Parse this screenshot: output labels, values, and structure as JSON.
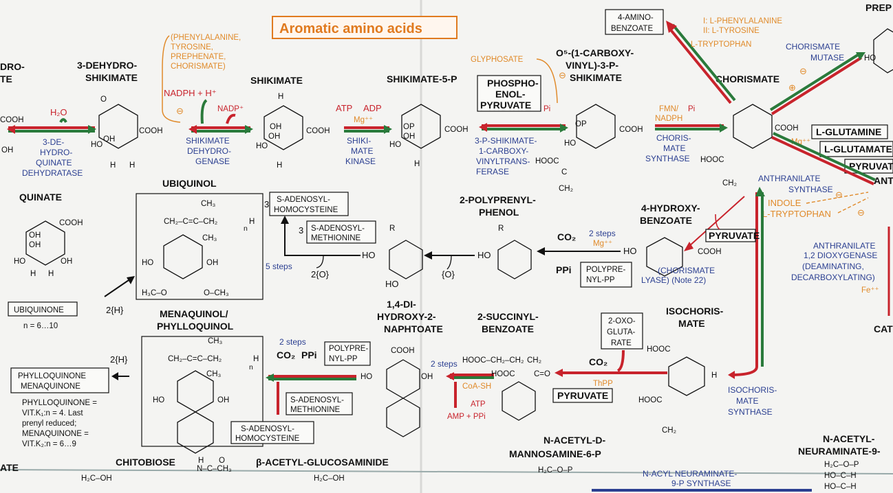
{
  "title": "Aromatic amino acids",
  "compounds": {
    "dehydroquinate_partial": "DRO-",
    "dehydroquinate_partial2": "TE",
    "dehydroshikimate_l1": "3-DEHYDRO-",
    "dehydroshikimate_l2": "SHIKIMATE",
    "shikimate": "SHIKIMATE",
    "shikimate5p": "SHIKIMATE-5-P",
    "pep_l1": "PHOSPHO-",
    "pep_l2": "ENOL-",
    "pep_l3": "PYRUVATE",
    "epsp_l1": "O⁵-(1-CARBOXY-",
    "epsp_l2": "VINYL)-3-P-",
    "epsp_l3": "SHIKIMATE",
    "chorismate": "CHORISMATE",
    "aminobenzoate_l1": "4-AMINO-",
    "aminobenzoate_l2": "BENZOATE",
    "prep_partial": "PREP",
    "quinate": "QUINATE",
    "ubiquinol": "UBIQUINOL",
    "ubiquinone": "UBIQUINONE",
    "ubi_n": "n = 6…10",
    "sah1_l1": "S-ADENOSYL-",
    "sah1_l2": "HOMOCYSTEINE",
    "sam1_l1": "S-ADENOSYL-",
    "sam1_l2": "METHIONINE",
    "polyprenylphenol_l1": "2-POLYPRENYL-",
    "polyprenylphenol_l2": "PHENOL",
    "hydroxybenzoate_l1": "4-HYDROXY-",
    "hydroxybenzoate_l2": "BENZOATE",
    "pyruvate1": "PYRUVATE",
    "polyprenylpp1_l1": "POLYPRE-",
    "polyprenylpp1_l2": "NYL-PP",
    "menaquinol_l1": "MENAQUINOL/",
    "menaquinol_l2": "PHYLLOQUINOL",
    "phylloquinone_l1": "PHYLLOQUINONE",
    "phylloquinone_l2": "MENAQUINONE",
    "vitk_l1": "PHYLLOQUINONE =",
    "vitk_l2": "VIT.K₁:n = 4. Last",
    "vitk_l3": "prenyl reduced;",
    "vitk_l4": "MENAQUINONE =",
    "vitk_l5": "VIT.K₂:n = 6…9",
    "dhna_l1": "1,4-DI-",
    "dhna_l2": "HYDROXY-2-",
    "dhna_l3": "NAPHTOATE",
    "succbenz_l1": "2-SUCCINYL-",
    "succbenz_l2": "BENZOATE",
    "isochorismate_l1": "ISOCHORIS-",
    "isochorismate_l2": "MATE",
    "oxoglutarate_l1": "2-OXO-",
    "oxoglutarate_l2": "GLUTA-",
    "oxoglutarate_l3": "RATE",
    "pyruvate2": "PYRUVATE",
    "polyprenylpp2_l1": "POLYPRE-",
    "polyprenylpp2_l2": "NYL-PP",
    "sam2_l1": "S-ADENOSYL-",
    "sam2_l2": "METHIONINE",
    "sah2_l1": "S-ADENOSYL-",
    "sah2_l2": "HOMOCYSTEINE",
    "lglutamine": "L-GLUTAMINE",
    "lglutamate": "L-GLUTAMATE",
    "pyruvate3": "PYRUVAT",
    "ant_partial": "ANT",
    "cat_partial": "CAT",
    "ate_partial": "ATE",
    "chitobiose": "CHITOBIOSE",
    "acetylglucosaminide": "β-ACETYL-GLUCOSAMINIDE",
    "mannosamine_l1": "N-ACETYL-D-",
    "mannosamine_l2": "MANNOSAMINE-6-P",
    "neuraminate_l1": "N-ACETYL-",
    "neuraminate_l2": "NEURAMINATE-9-"
  },
  "enzymes": {
    "dehydroquinate_dehydratase": [
      "3-DE-",
      "HYDRO-",
      "QUINATE",
      "DEHYDRATASE"
    ],
    "shikimate_dehydrogenase": [
      "SHIKIMATE",
      "DEHYDRO-",
      "GENASE"
    ],
    "shikimate_kinase": [
      "SHIKI-",
      "MATE",
      "KINASE"
    ],
    "epsp_synthase": [
      "3-P-SHIKIMATE-",
      "1-CARBOXY-",
      "VINYLTRANS-",
      "FERASE"
    ],
    "chorismate_synthase": [
      "CHORIS-",
      "MATE",
      "SYNTHASE"
    ],
    "chorismate_mutase": [
      "CHORISMATE",
      "MUTASE"
    ],
    "anthranilate_synthase": [
      "ANTHRANILATE",
      "SYNTHASE"
    ],
    "anthranilate_dioxygenase": [
      "ANTHRANILATE",
      "1,2 DIOXYGENASE",
      "(DEAMINATING,",
      "DECARBOXYLATING)"
    ],
    "chorismate_lyase": [
      "(CHORISMATE",
      "LYASE) (Note 22)"
    ],
    "isochorismate_synthase": [
      "ISOCHORIS-",
      "MATE",
      "SYNTHASE"
    ],
    "neuraminate_synthase": [
      "N-ACYL NEURAMINATE-",
      "9-P SYNTHASE"
    ]
  },
  "effectors": {
    "regulators_l1": "(PHENYLALANINE,",
    "regulators_l2": "TYROSINE,",
    "regulators_l3": "PREPHENATE,",
    "regulators_l4": "CHORISMATE)",
    "glyphosate": "GLYPHOSATE",
    "phe_tyr_l1": "I: L-PHENYLALANINE",
    "phe_tyr_l2": "II: L-TYROSINE",
    "ltryptophan1": "L-TRYPTOPHAN",
    "indole": "INDOLE",
    "ltryptophan2": "L-TRYPTOPHAN",
    "fmn_nadph_l1": "FMN/",
    "fmn_nadph_l2": "NADPH",
    "mg1": "Mg⁺⁺",
    "mg2": "Mg⁺⁺",
    "mg3": "Mg⁺⁺",
    "fe": "Fe⁺⁺",
    "thpp": "ThPP",
    "coash": "CoA-SH",
    "inhibit": "⊖",
    "activate": "⊕"
  },
  "cofactors": {
    "h2o": "H₂O",
    "nadph": "NADPH + H⁺",
    "nadp": "NADP⁺",
    "atp": "ATP",
    "adp": "ADP",
    "pi": "Pi",
    "co2": "CO₂",
    "ppi": "PPi",
    "ox": "{O}",
    "twoO": "2{O}",
    "twoH": "2{H}",
    "three": "3",
    "five_steps": "5 steps",
    "two_steps": "2 steps",
    "amp_ppi": "AMP + PPi"
  },
  "chem": {
    "cooh": "COOH",
    "hooc": "HOOC",
    "oh": "OH",
    "ho": "HO",
    "h": "H",
    "o": "O",
    "op": "OP",
    "r": "R",
    "ch3": "CH₃",
    "ch2": "CH₂",
    "c": "C",
    "och3": "O–CH₃",
    "h3co": "H₃C–O",
    "chain1": "CH₂–C=C–CH₂",
    "chain2": "CH₂–C=C–CH₂",
    "n": "n",
    "succ_chain": "HOOC–CH₂–CH₂",
    "co": "C=O",
    "h2coh": "H₂C–OH",
    "h2cop": "H₂C–O–P",
    "hoch": "HO–C–H",
    "nacetyl": "N–C–CH₃",
    "h_n": "H",
    "o_eq": "O"
  }
}
